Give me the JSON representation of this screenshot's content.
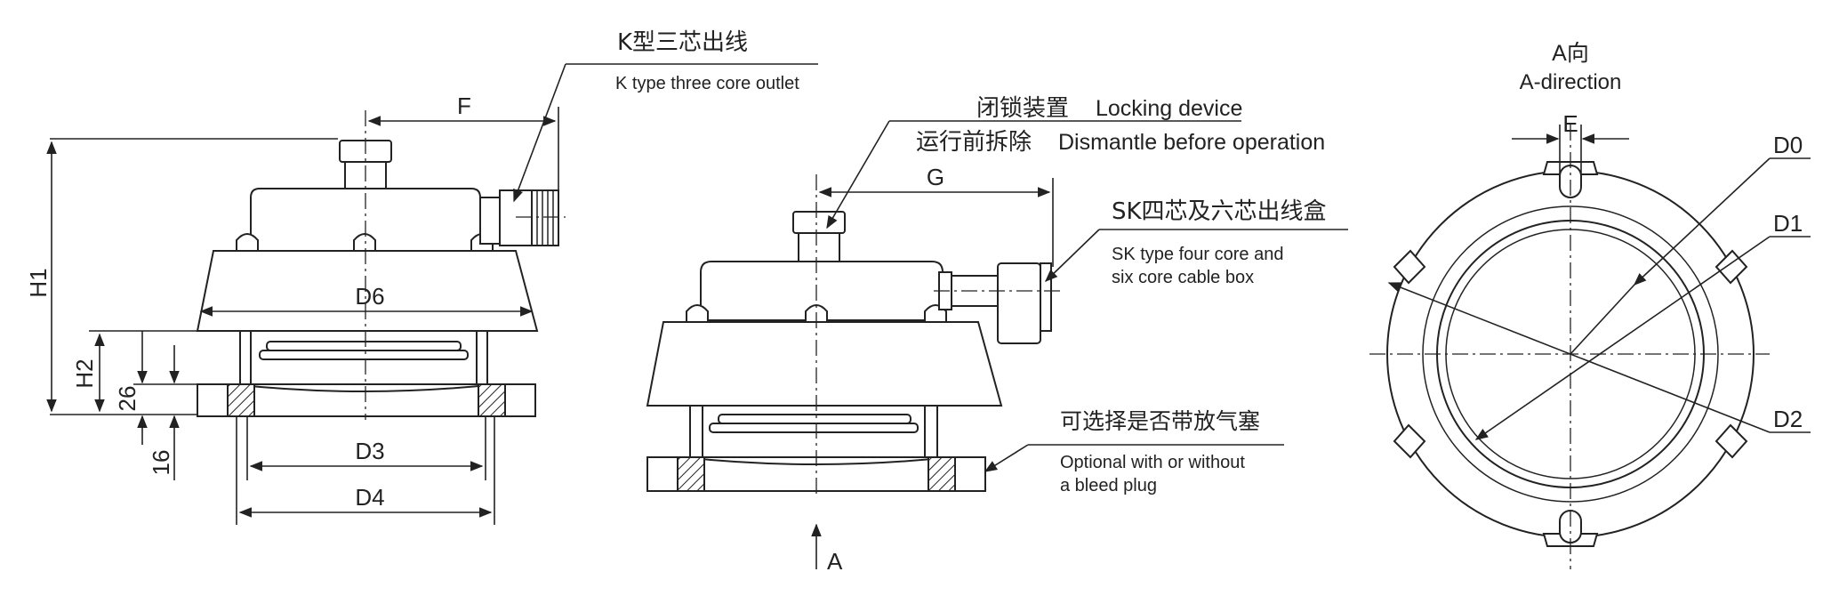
{
  "labels": {
    "k_outlet_cn": "K型三芯出线",
    "k_outlet_en": "K type three core outlet",
    "locking_cn": "闭锁装置",
    "locking_en": "Locking device",
    "dismantle_cn": "运行前拆除",
    "dismantle_en": "Dismantle before operation",
    "sk_box_cn": "SK四芯及六芯出线盒",
    "sk_box_en_line1": "SK type four core and",
    "sk_box_en_line2": "six core cable box",
    "bleed_cn": "可选择是否带放气塞",
    "bleed_en_line1": "Optional with or without",
    "bleed_en_line2": "a bleed plug",
    "a_dir_cn": "A向",
    "a_dir_en": "A-direction",
    "view_arrow": "A"
  },
  "dimensions": {
    "F": "F",
    "G": "G",
    "H1": "H1",
    "H2": "H2",
    "d26": "26",
    "d16": "16",
    "D3": "D3",
    "D4": "D4",
    "D6": "D6",
    "E": "E",
    "D0": "D0",
    "D1": "D1",
    "D2": "D2"
  },
  "colors": {
    "line": "#222222",
    "background": "#ffffff"
  }
}
